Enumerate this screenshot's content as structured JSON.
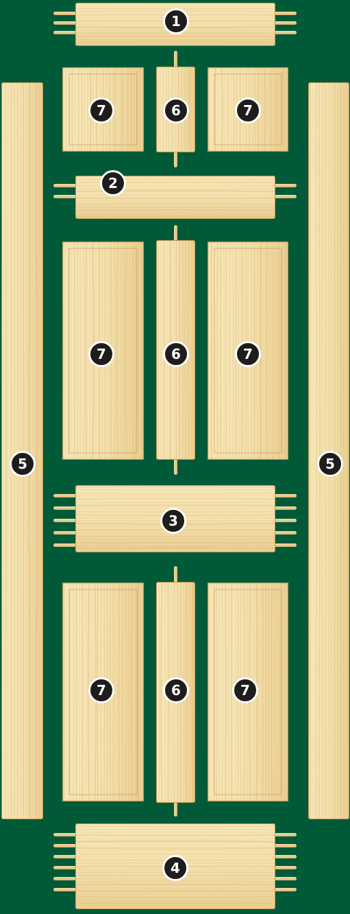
{
  "diagram": {
    "background_color": "#005a37",
    "wood_light": "#f4e1ae",
    "wood_grain": "#c9a262",
    "badge_color": "#1e1d1c",
    "labels": {
      "top_rail": "1",
      "lock_rail_upper": "2",
      "middle_rail": "3",
      "bottom_rail": "4",
      "stile": "5",
      "mullion": "6",
      "panel": "7"
    }
  }
}
